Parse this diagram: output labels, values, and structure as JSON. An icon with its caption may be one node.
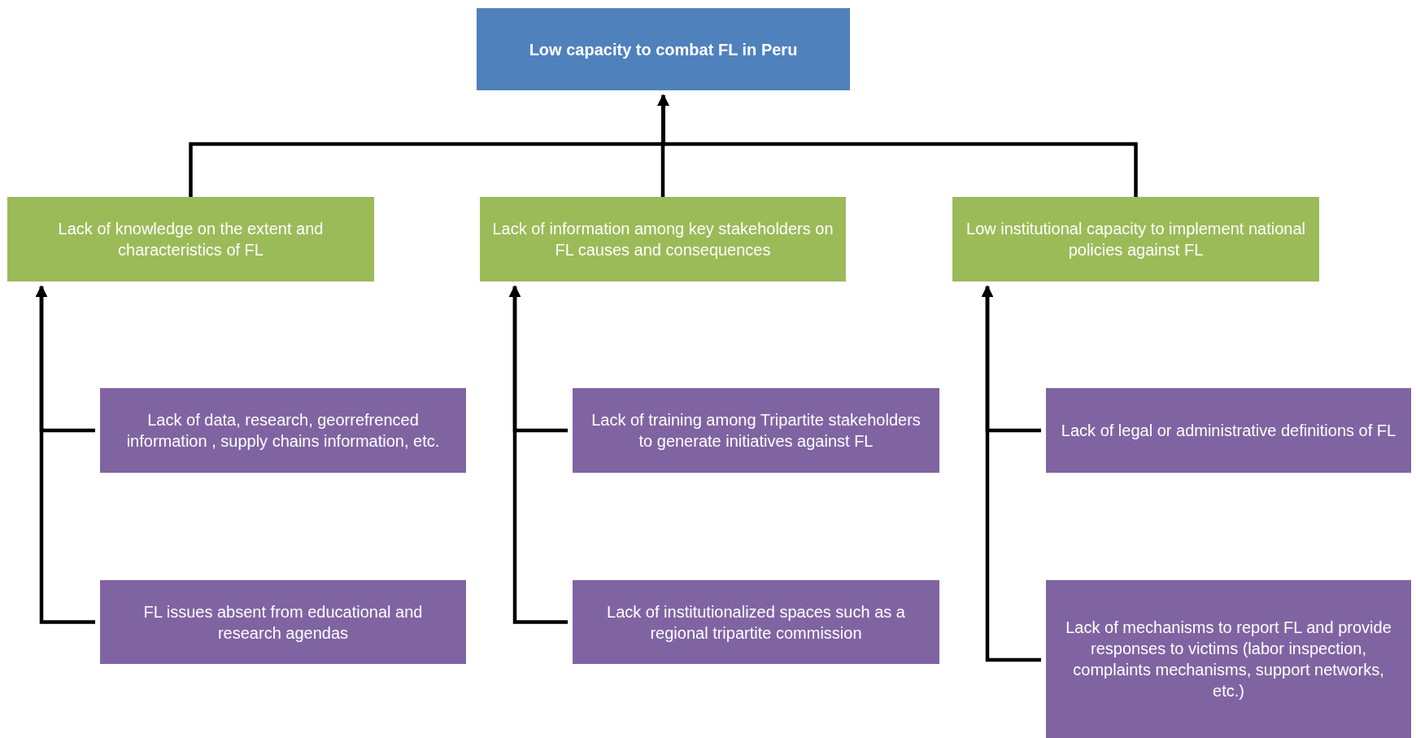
{
  "diagram": {
    "nodes": [
      {
        "text": [
          "Low capacity to combat FL in Peru"
        ]
      },
      {
        "text": [
          "Lack of knowledge on the extent and characteristics of FL"
        ]
      },
      {
        "text": [
          "Lack of information among key stakeholders on FL causes and consequences"
        ]
      },
      {
        "text": [
          "Low institutional capacity to implement national policies against FL"
        ]
      },
      {
        "text": [
          "Lack of data, research, georrefrenced information , supply chains information, etc."
        ]
      },
      {
        "text": [
          "FL issues absent from educational and research agendas"
        ]
      },
      {
        "text": [
          "Lack of training among Tripartite stakeholders to generate initiatives against FL"
        ]
      },
      {
        "text": [
          "Lack of institutionalized spaces such as a regional tripartite commission"
        ]
      },
      {
        "text": [
          "Lack of legal or administrative definitions of FL"
        ]
      },
      {
        "text": [
          "Lack of mechanisms to report FL and provide responses to victims  (labor inspection, complaints mechanisms, support networks, etc.)"
        ]
      }
    ],
    "edges": [
      {
        "from": 1,
        "to": 0,
        "arrow": "to"
      },
      {
        "from": 2,
        "to": 0,
        "arrow": "to"
      },
      {
        "from": 3,
        "to": 0,
        "arrow": "to"
      },
      {
        "from": 4,
        "to": 1,
        "arrow": "to"
      },
      {
        "from": 5,
        "to": 1,
        "arrow": "to"
      },
      {
        "from": 6,
        "to": 2,
        "arrow": "to"
      },
      {
        "from": 7,
        "to": 2,
        "arrow": "to"
      },
      {
        "from": 8,
        "to": 3,
        "arrow": "to"
      },
      {
        "from": 9,
        "to": 3,
        "arrow": "to"
      }
    ]
  }
}
